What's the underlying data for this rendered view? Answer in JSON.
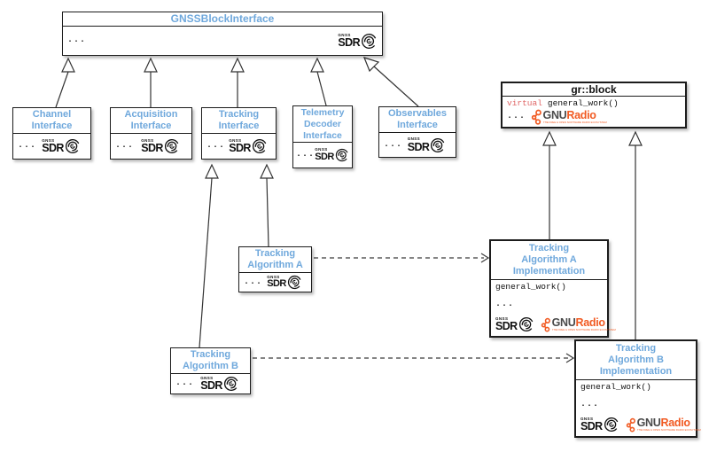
{
  "palette": {
    "accent_blue": "#6FA8DC",
    "keyword_red": "#E06666",
    "gnuradio_orange": "#F15A22",
    "gnu_gray": "#4A4A4A",
    "line_color": "#333333"
  },
  "logos": {
    "gnss_sdr": {
      "top": "GNSS",
      "main": "SDR"
    },
    "gnuradio": {
      "gnu": "GNU",
      "radio": "Radio",
      "tagline": "THE FREE & OPEN SOFTWARE RADIO ECOSYSTEM"
    }
  },
  "boxes": {
    "root": {
      "title": "GNSSBlockInterface",
      "ellipsis": "..."
    },
    "channel": {
      "title": "Channel\nInterface",
      "ellipsis": "..."
    },
    "acquisition": {
      "title": "Acquisition\nInterface",
      "ellipsis": "..."
    },
    "tracking": {
      "title": "Tracking\nInterface",
      "ellipsis": "..."
    },
    "telemetry": {
      "title": "Telemetry\nDecoder\nInterface",
      "ellipsis": "..."
    },
    "observables": {
      "title": "Observables\nInterface",
      "ellipsis": "..."
    },
    "grblock": {
      "title": "gr::block",
      "keyword": "virtual",
      "method": "general_work()",
      "ellipsis": "..."
    },
    "alg_a": {
      "title": "Tracking\nAlgorithm A",
      "ellipsis": "..."
    },
    "alg_b": {
      "title": "Tracking\nAlgorithm B",
      "ellipsis": "..."
    },
    "alg_a_impl": {
      "title": "Tracking\nAlgorithm A\nImplementation",
      "method": "general_work()",
      "ellipsis": "..."
    },
    "alg_b_impl": {
      "title": "Tracking\nAlgorithm B\nImplementation",
      "method": "general_work()",
      "ellipsis": "..."
    }
  },
  "relations": [
    {
      "from": "Channel Interface",
      "to": "GNSSBlockInterface",
      "type": "generalization"
    },
    {
      "from": "Acquisition Interface",
      "to": "GNSSBlockInterface",
      "type": "generalization"
    },
    {
      "from": "Tracking Interface",
      "to": "GNSSBlockInterface",
      "type": "generalization"
    },
    {
      "from": "Telemetry Decoder Interface",
      "to": "GNSSBlockInterface",
      "type": "generalization"
    },
    {
      "from": "Observables Interface",
      "to": "GNSSBlockInterface",
      "type": "generalization"
    },
    {
      "from": "Tracking Algorithm A",
      "to": "Tracking Interface",
      "type": "generalization"
    },
    {
      "from": "Tracking Algorithm B",
      "to": "Tracking Interface",
      "type": "generalization"
    },
    {
      "from": "Tracking Algorithm A Implementation",
      "to": "gr::block",
      "type": "generalization"
    },
    {
      "from": "Tracking Algorithm B Implementation",
      "to": "gr::block",
      "type": "generalization"
    },
    {
      "from": "Tracking Algorithm A",
      "to": "Tracking Algorithm A Implementation",
      "type": "dashed-dependency"
    },
    {
      "from": "Tracking Algorithm B",
      "to": "Tracking Algorithm B Implementation",
      "type": "dashed-dependency"
    }
  ]
}
